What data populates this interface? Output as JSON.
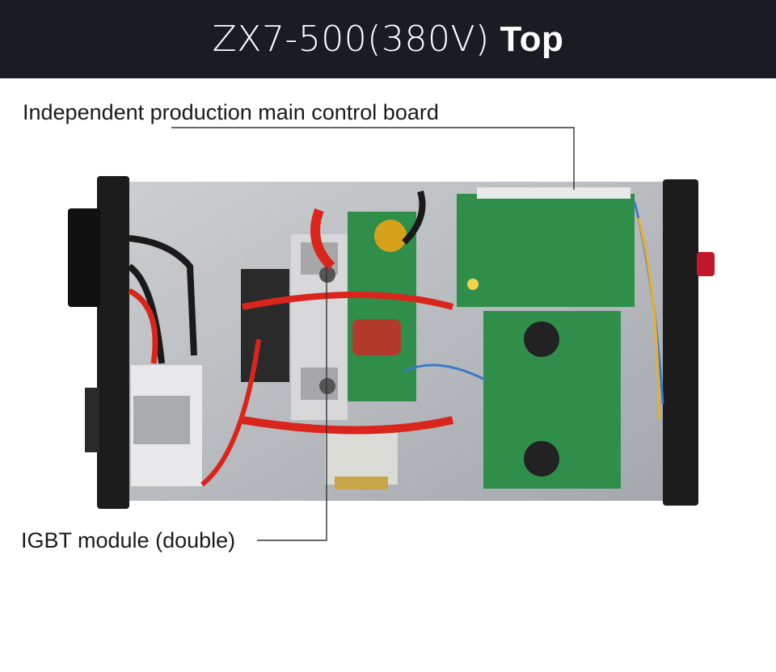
{
  "banner": {
    "title_model": "ZX7-500(380V)",
    "title_suffix": "Top",
    "bg_color": "#1b1b24"
  },
  "callouts": [
    {
      "label": "Independent production main control board"
    },
    {
      "label": "IGBT module (double)"
    }
  ],
  "colors": {
    "pcb_green": "#2f8f4a",
    "chassis_black": "#1c1c1c",
    "plate_gray": "#b9bcc0",
    "wire_red": "#d9251c"
  }
}
